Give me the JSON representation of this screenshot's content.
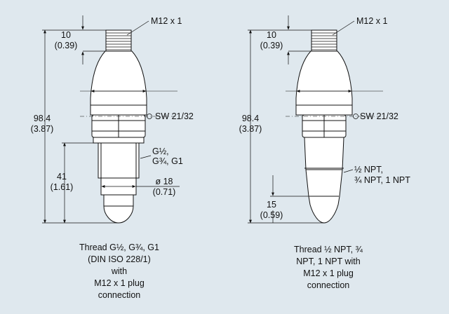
{
  "left": {
    "plug_label": "M12 x 1",
    "top_dim": "10",
    "top_dim_in": "(0.39)",
    "length_dim": "98.4",
    "length_dim_in": "(3.87)",
    "wrench_label": "SW 21/32",
    "thread_line1": "G½,",
    "thread_line2": "G¾, G1",
    "lower_dim": "41",
    "lower_dim_in": "(1.61)",
    "diameter_dim": "ø 18",
    "diameter_dim_in": "(0.71)",
    "caption": [
      "Thread G½, G¾, G1",
      "(DIN ISO 228/1)",
      "with",
      "M12 x 1 plug",
      "connection"
    ]
  },
  "right": {
    "plug_label": "M12 x 1",
    "top_dim": "10",
    "top_dim_in": "(0.39)",
    "length_dim": "98.4",
    "length_dim_in": "(3.87)",
    "wrench_label": "SW 21/32",
    "thread_line1": "½ NPT,",
    "thread_line2": "¾ NPT, 1 NPT",
    "tip_dim": "15",
    "tip_dim_in": "(0.59)",
    "caption": [
      "Thread ½ NPT, ¾",
      "NPT, 1 NPT with",
      "M12 x 1 plug",
      "connection"
    ]
  },
  "colors": {
    "background": "#dfe8ee",
    "body_fill": "#ffffff",
    "line": "#111111"
  }
}
